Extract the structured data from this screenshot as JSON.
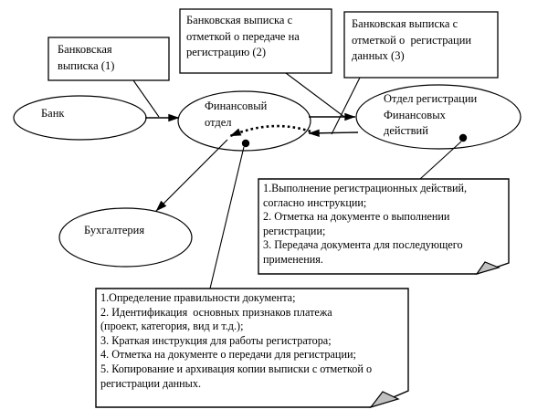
{
  "nodes": {
    "bank": {
      "label": "Банк"
    },
    "finance": {
      "label": "Финансовый\nотдел"
    },
    "registration": {
      "label": "Отдел регистрации\nФинансовых\nдействий"
    },
    "accounting": {
      "label": "Бухгалтерия"
    }
  },
  "documents": {
    "statement1": {
      "label": "Банковская\nвыписка (1)"
    },
    "statement2": {
      "label": "Банковская выписка с\nотметкой о передаче на\nрегистрацию (2)"
    },
    "statement3": {
      "label": "Банковская выписка с\nотметкой о  регистрации\nданных (3)"
    }
  },
  "notes": {
    "registration_steps": {
      "text": "1.Выполнение регистрационных действий,\nсогласно инструкции;\n2. Отметка на документе о выполнении\nрегистрации;\n3. Передача документа для последующего\nприменения."
    },
    "finance_steps": {
      "text": "1.Определение правильности документа;\n2. Идентификация  основных признаков платежа\n(проект, категория, вид и т.д.);\n3. Краткая инструкция для работы регистратора;\n4. Отметка на документе о передачи для регистрации;\n5. Копирование и архивация копии выписки с отметкой о\nрегистрации данных."
    }
  },
  "colors": {
    "stroke": "#000000",
    "fill": "#ffffff",
    "fold_gray": "#c0c0c0",
    "background": "#ffffff"
  }
}
